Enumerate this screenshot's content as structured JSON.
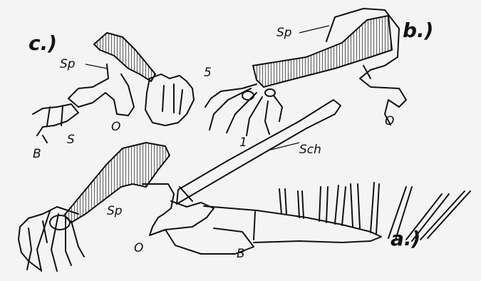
{
  "figure": {
    "panel_labels": {
      "a": "a.)",
      "b": "b.)",
      "c": "c.)"
    },
    "part_labels": {
      "sp_a": "Sp",
      "o_a": "O",
      "b_a": "B",
      "sch": "Sch",
      "sp_b": "Sp",
      "o_b": "O",
      "digit_5": "5",
      "digit_1": "1",
      "sp_c": "Sp",
      "o_c": "O",
      "s_c": "S",
      "b_c": "B"
    }
  }
}
